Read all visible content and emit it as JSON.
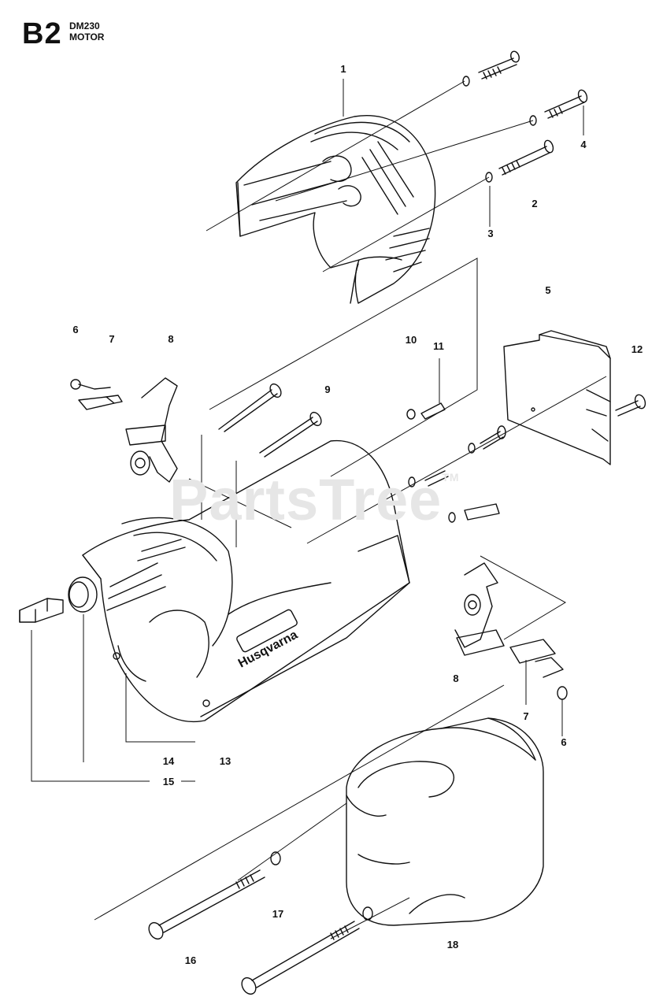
{
  "header": {
    "code": "B2",
    "model": "DM230",
    "section": "MOTOR"
  },
  "watermark": {
    "text": "PartsTree",
    "tm": "TM"
  },
  "brand_label": "Husqvarna",
  "callouts": [
    "1",
    "4",
    "2",
    "3",
    "5",
    "6",
    "7",
    "8",
    "11",
    "10",
    "12",
    "9",
    "8",
    "7",
    "6",
    "14",
    "13",
    "15",
    "17",
    "16",
    "18"
  ]
}
